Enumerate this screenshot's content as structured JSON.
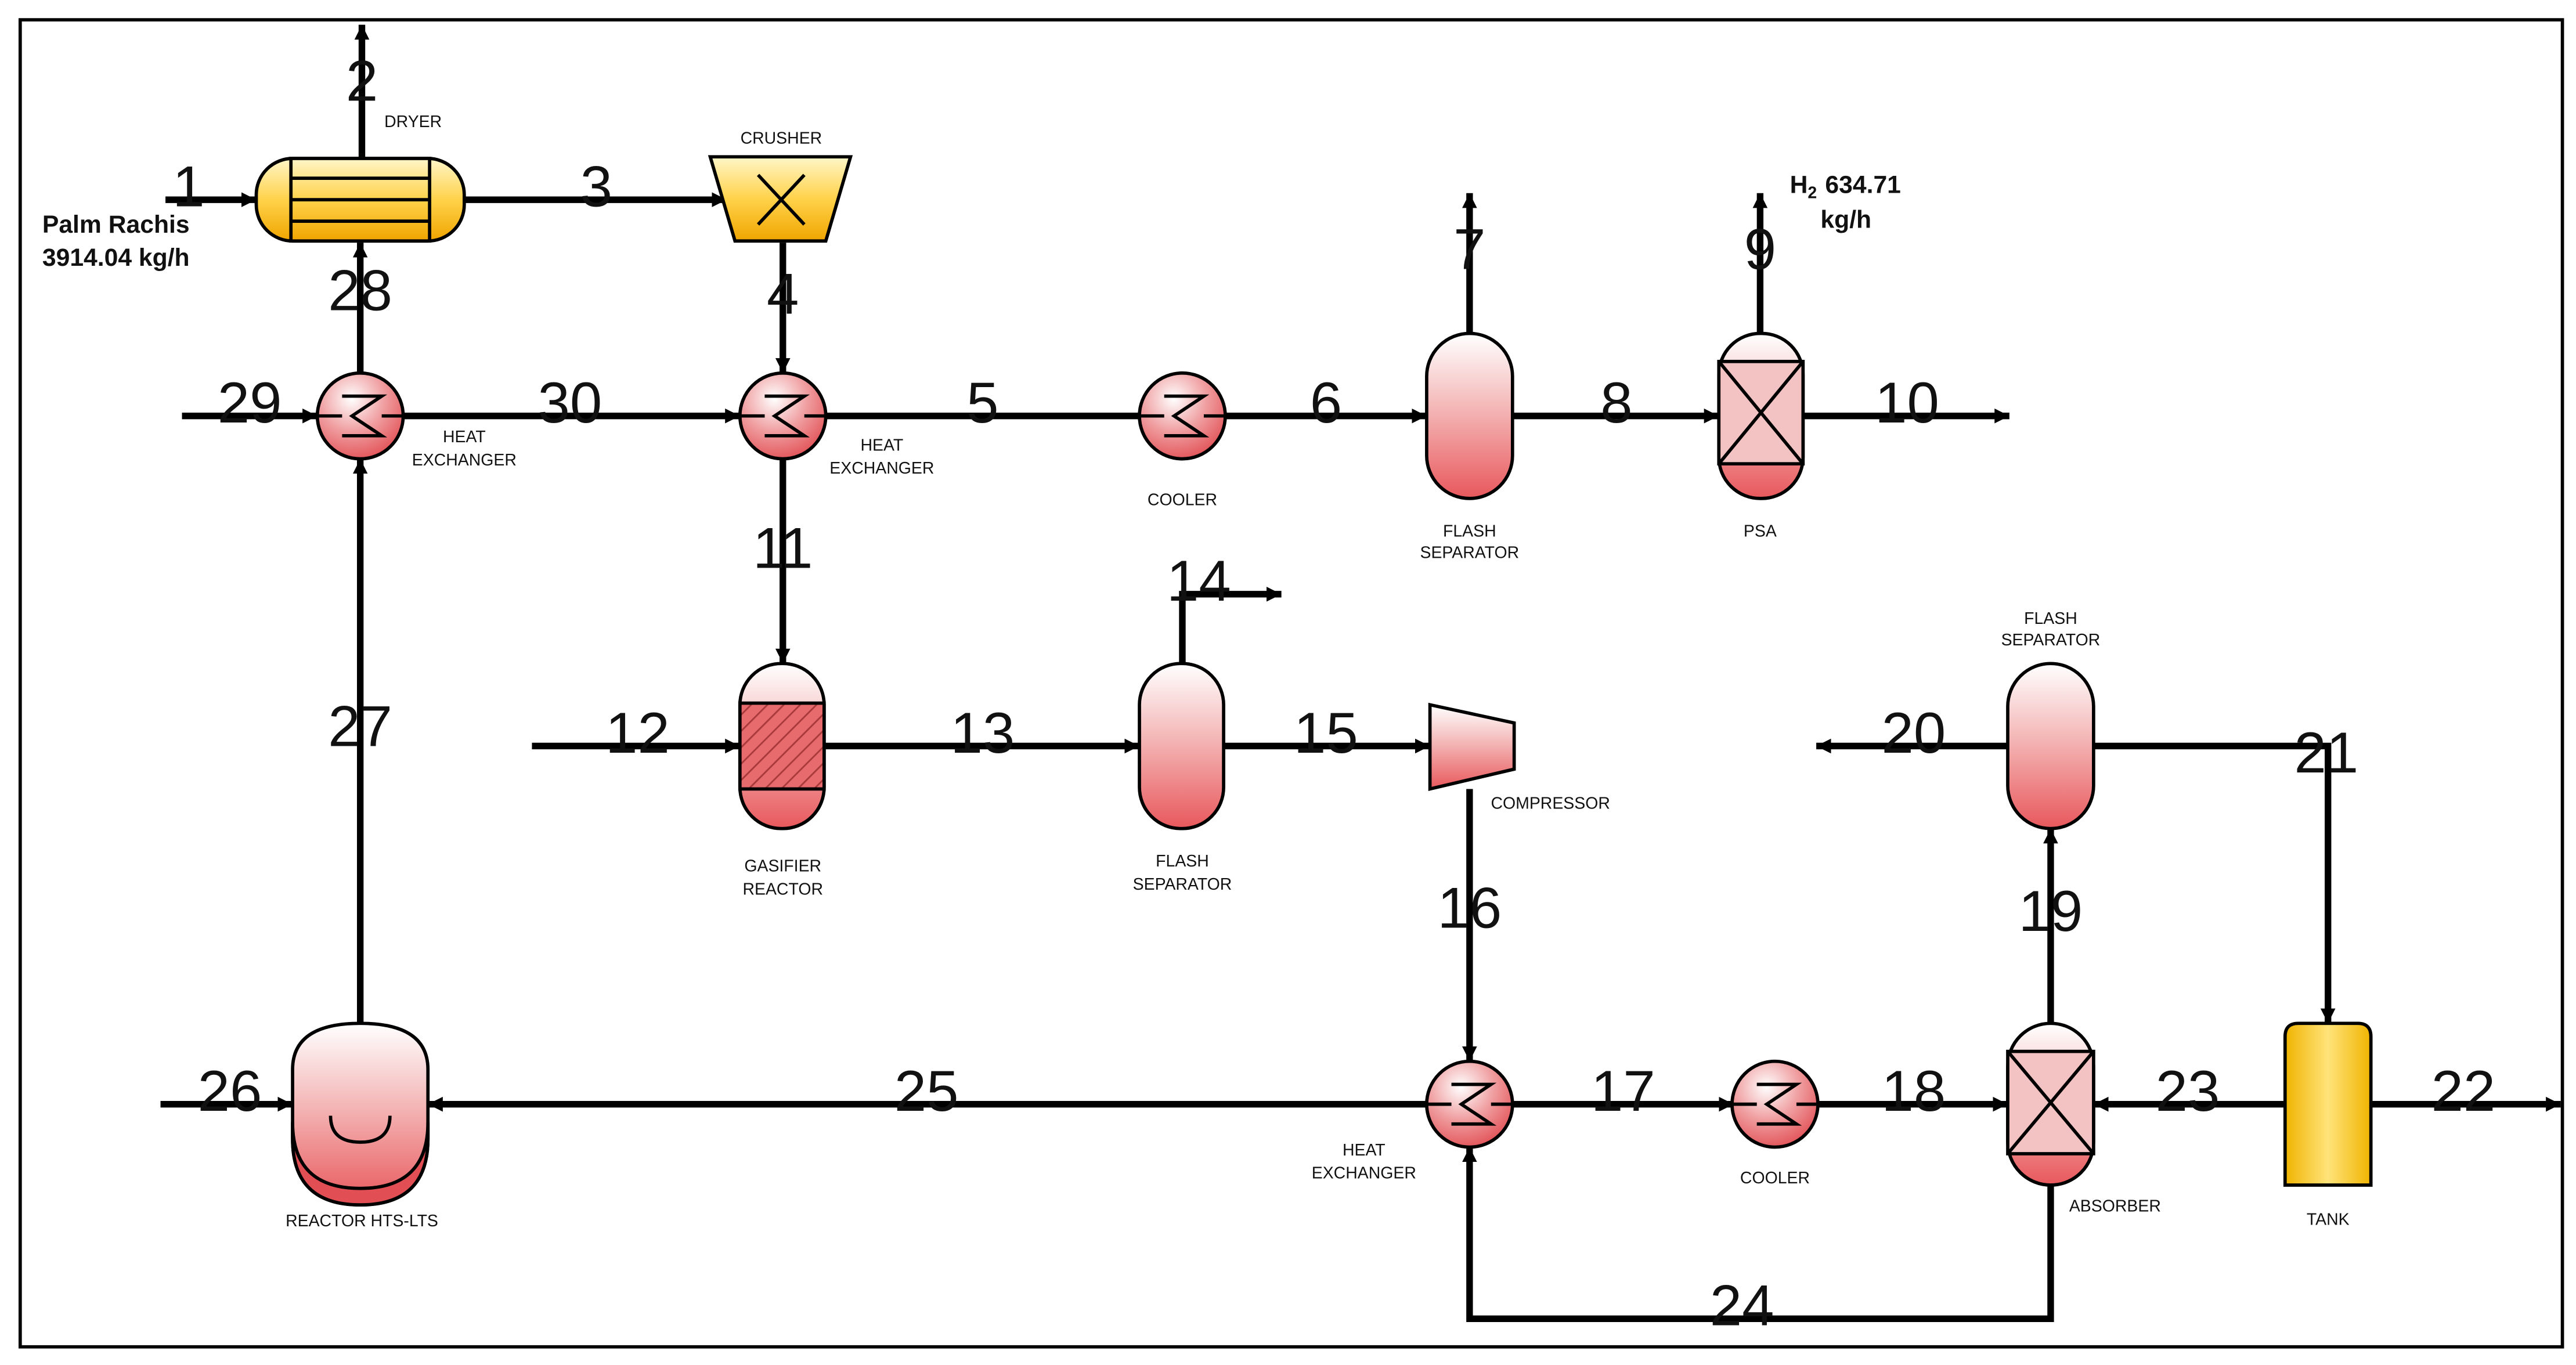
{
  "feed": {
    "name": "Palm Rachis",
    "rate": "3914.04 kg/h"
  },
  "product": {
    "formula_main": "H",
    "formula_sub": "2",
    "value": "634.71",
    "unit": "kg/h"
  },
  "units": {
    "dryer": "DRYER",
    "crusher": "CRUSHER",
    "hx1_a": "HEAT",
    "hx1_b": "EXCHANGER",
    "hx2_a": "HEAT",
    "hx2_b": "EXCHANGER",
    "cooler1": "COOLER",
    "flash1_a": "FLASH",
    "flash1_b": "SEPARATOR",
    "psa": "PSA",
    "gasifier_a": "GASIFIER",
    "gasifier_b": "REACTOR",
    "flash2_a": "FLASH",
    "flash2_b": "SEPARATOR",
    "compressor": "COMPRESSOR",
    "flash3_a": "FLASH",
    "flash3_b": "SEPARATOR",
    "reactor": "REACTOR HTS-LTS",
    "hx3_a": "HEAT",
    "hx3_b": "EXCHANGER",
    "cooler2": "COOLER",
    "absorber": "ABSORBER",
    "tank": "TANK"
  },
  "streams": [
    "1",
    "2",
    "3",
    "4",
    "5",
    "6",
    "7",
    "8",
    "9",
    "10",
    "11",
    "12",
    "13",
    "14",
    "15",
    "16",
    "17",
    "18",
    "19",
    "20",
    "21",
    "22",
    "23",
    "24",
    "25",
    "26",
    "27",
    "28",
    "29",
    "30"
  ]
}
